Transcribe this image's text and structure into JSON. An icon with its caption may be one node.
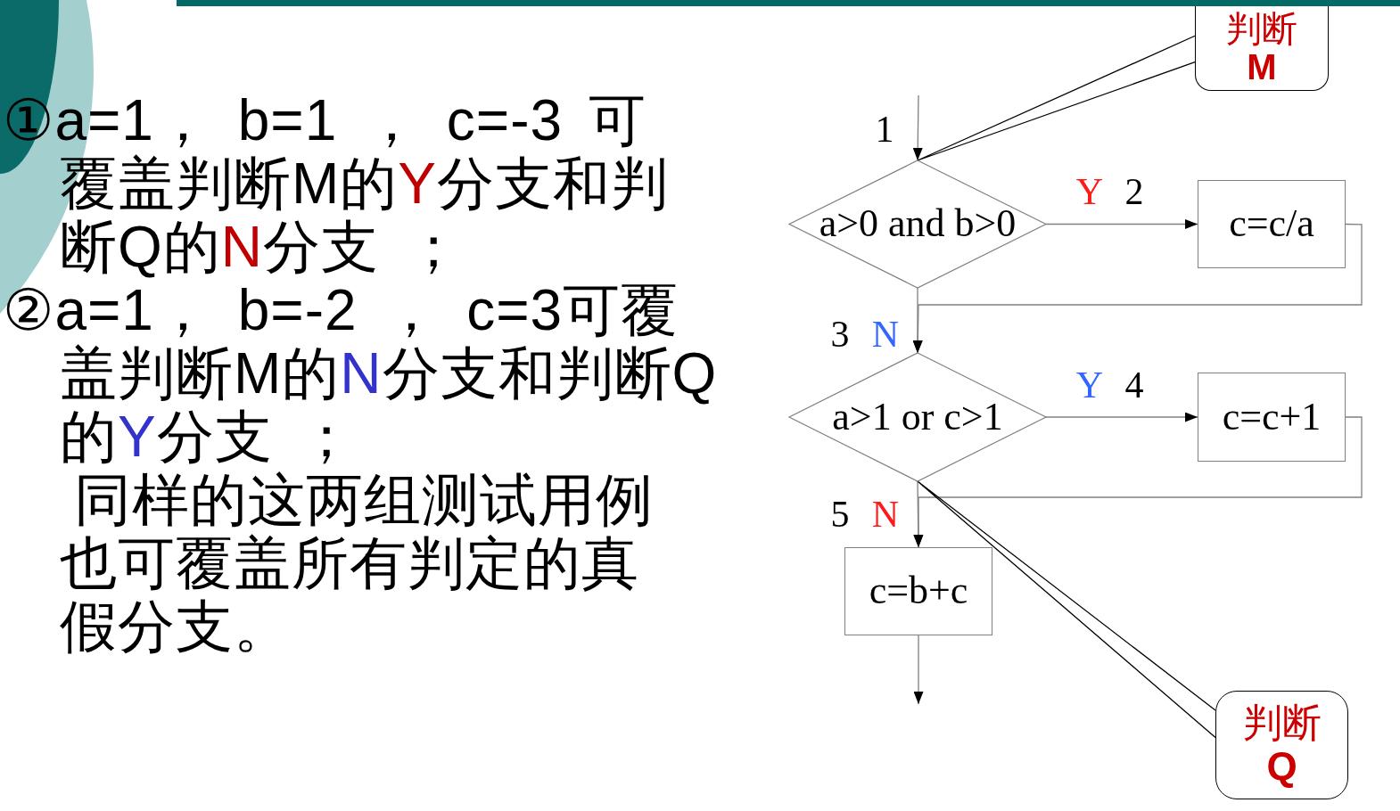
{
  "diagram": {
    "nodes": [
      {
        "text": [
          "a>0 and b>0"
        ]
      },
      {
        "text": [
          "c=c/a"
        ]
      },
      {
        "text": [
          "a>1 or c>1"
        ]
      },
      {
        "text": [
          "c=c+1"
        ]
      },
      {
        "text": [
          "c=b+c"
        ]
      },
      {
        "text": [
          "判断**M**"
        ]
      },
      {
        "text": [
          "判断**Q**"
        ]
      }
    ],
    "edges": [
      {
        "from": null,
        "to": 0,
        "arrow": "to"
      },
      {
        "from": 0,
        "to": 1,
        "arrow": "to",
        "label": "Y"
      },
      {
        "from": 0,
        "to": 2,
        "arrow": "to",
        "label": "N"
      },
      {
        "from": 1,
        "to": 2,
        "arrow": "to"
      },
      {
        "from": 2,
        "to": 3,
        "arrow": "to",
        "label": "Y"
      },
      {
        "from": 2,
        "to": 4,
        "arrow": "to",
        "label": "N"
      },
      {
        "from": 3,
        "to": 4,
        "arrow": "to"
      },
      {
        "from": 4,
        "to": null,
        "arrow": "to"
      },
      {
        "from": 5,
        "to": 0,
        "arrow": "none",
        "color": "#000000"
      },
      {
        "from": 6,
        "to": 2,
        "arrow": "none",
        "color": "#000000"
      }
    ],
    "labels": [
      "①a=1， b=1 ， c=-3 可覆盖判断M的**Y**分支和判断Q的**N**分支 ；",
      "②a=1， b=-2 ， c=3可覆盖判断M的**N**分支和判断Q的**Y**分支 ；",
      "同样的这两组测试用例也可覆盖所有判定的真假分支。",
      "1",
      "2",
      "3",
      "4",
      "5"
    ]
  }
}
